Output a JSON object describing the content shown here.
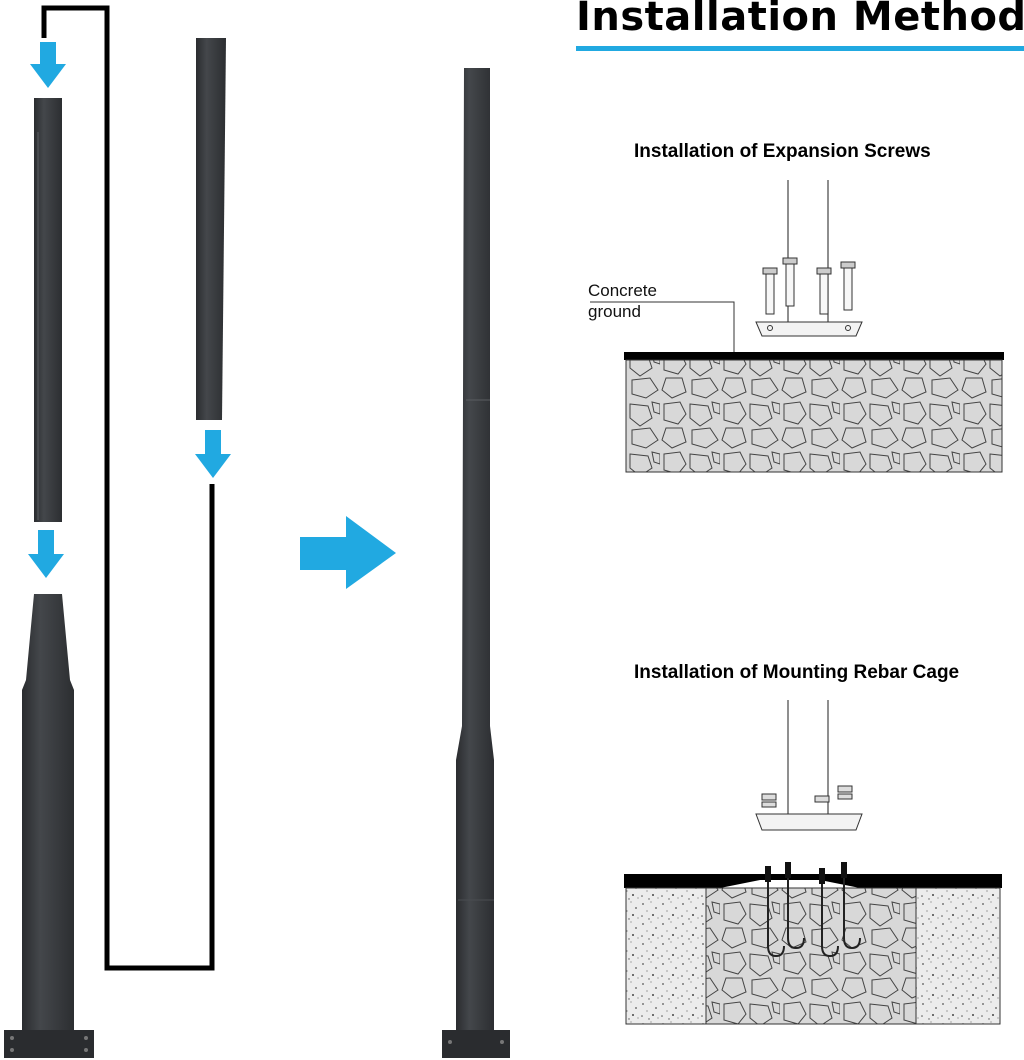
{
  "header": {
    "title": "Installation Methods",
    "accent_color": "#21a9e1"
  },
  "sections": [
    {
      "title": "Installation of Expansion Screws"
    },
    {
      "title": "Installation of Mounting Rebar Cage"
    }
  ],
  "labels": {
    "concrete_line1": "Concrete",
    "concrete_line2": "ground"
  },
  "colors": {
    "pole": "#36383b",
    "pole_edge": "#25272a",
    "arrow": "#21a9e1",
    "concrete_fill": "#d9d9d9",
    "ground_line": "#000000"
  },
  "icons": [
    "down-arrow-icon",
    "right-arrow-icon"
  ]
}
